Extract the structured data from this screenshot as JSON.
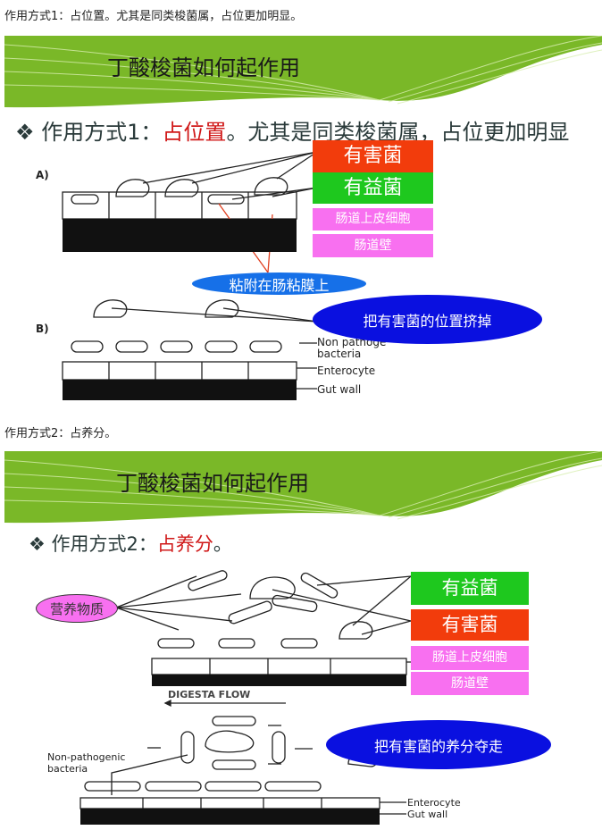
{
  "caption1": "作用方式1：占位置。尤其是同类梭菌属，占位更加明显。",
  "caption2": "作用方式2：占养分。",
  "slide1": {
    "title": "丁酸梭菌如何起作用",
    "bullet_prefix": "作用方式1：",
    "bullet_highlight": "占位置",
    "bullet_suffix": "。尤其是同类梭菌属，占位更加明显",
    "label_harmful": "有害菌",
    "label_beneficial": "有益菌",
    "label_epithelium": "肠道上皮细胞",
    "label_gut_wall": "肠道壁",
    "ellipse_adhere": "粘附在肠粘膜上",
    "ellipse_displace": "把有害菌的位置挤掉",
    "panel_a": "A)",
    "panel_b": "B)",
    "diagram_nonpath_1": "Non pathoge",
    "diagram_nonpath_2": "bacteria",
    "diagram_enterocyte": "Enterocyte",
    "diagram_gutwall": "Gut wall"
  },
  "slide2": {
    "title": "丁酸梭菌如何起作用",
    "bullet_prefix": "作用方式2：",
    "bullet_highlight": "占养分",
    "bullet_suffix": "。",
    "ellipse_nutrients": "营养物质",
    "label_beneficial": "有益菌",
    "label_harmful": "有害菌",
    "label_epithelium": "肠道上皮细胞",
    "label_gut_wall": "肠道壁",
    "digesta_flow": "DIGESTA FLOW",
    "ellipse_steal": "把有害菌的养分夺走",
    "diagram_nonpath_1": "Non-pathogenic",
    "diagram_nonpath_2": "bacteria",
    "diagram_enterocyte": "Enterocyte",
    "diagram_gutwall": "Gut wall"
  },
  "colors": {
    "green_band": "#7ab828",
    "harmful": "#f23c0c",
    "beneficial": "#1ec81e",
    "pink": "#f870f0",
    "blue": "#0a10e0",
    "blue_light": "#1670e8"
  }
}
